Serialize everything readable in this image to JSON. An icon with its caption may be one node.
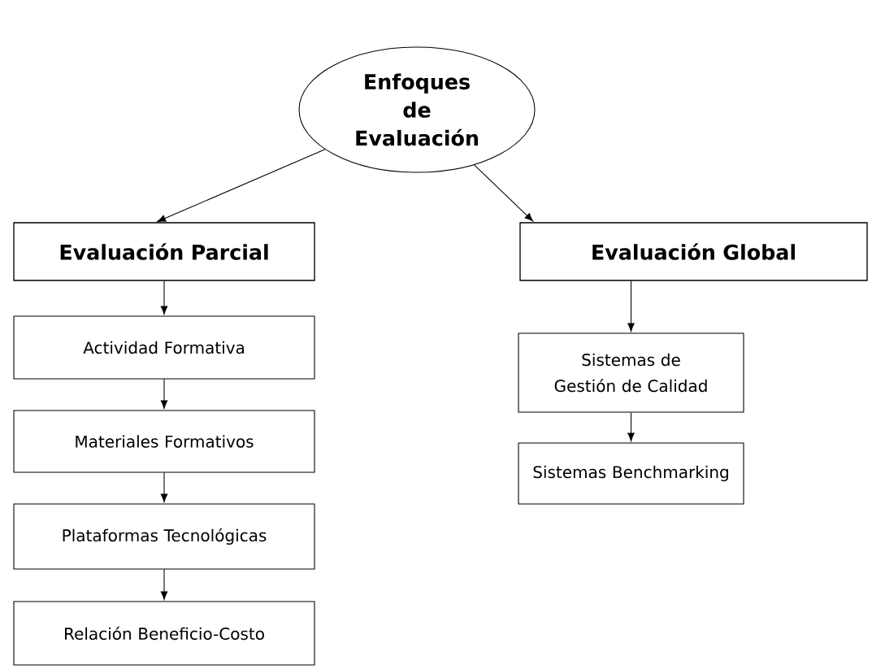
{
  "diagram": {
    "nodes": [
      {
        "text": [
          "Enfoques de Evaluación"
        ]
      },
      {
        "text": [
          "Evaluación Parcial"
        ]
      },
      {
        "text": [
          "Evaluación Global"
        ]
      },
      {
        "text": [
          "Actividad Formativa"
        ]
      },
      {
        "text": [
          "Materiales Formativos"
        ]
      },
      {
        "text": [
          "Plataformas Tecnológicas"
        ]
      },
      {
        "text": [
          "Relación Beneficio-Costo"
        ]
      },
      {
        "text": [
          "Sistemas de Gestión de Calidad"
        ]
      },
      {
        "text": [
          "Sistemas Benchmarking"
        ]
      }
    ],
    "edges": [
      {
        "from": 0,
        "to": 1,
        "arrow": "to"
      },
      {
        "from": 0,
        "to": 2,
        "arrow": "to"
      },
      {
        "from": 1,
        "to": 3,
        "arrow": "to"
      },
      {
        "from": 3,
        "to": 4,
        "arrow": "to"
      },
      {
        "from": 4,
        "to": 5,
        "arrow": "to"
      },
      {
        "from": 5,
        "to": 6,
        "arrow": "to"
      },
      {
        "from": 2,
        "to": 7,
        "arrow": "to"
      },
      {
        "from": 7,
        "to": 8,
        "arrow": "to"
      }
    ]
  }
}
